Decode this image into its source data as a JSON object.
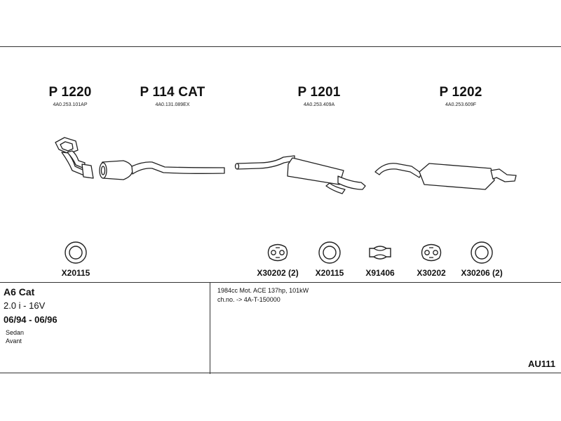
{
  "parts": [
    {
      "code": "P 1220",
      "oe": "4A0.253.101AP"
    },
    {
      "code": "P 114 CAT",
      "oe": "4A0.131.089EX"
    },
    {
      "code": "P 1201",
      "oe": "4A0.253.409A"
    },
    {
      "code": "P 1202",
      "oe": "4A0.253.609F"
    }
  ],
  "accessories": [
    {
      "code": "X20115",
      "icon": "ring-gasket-icon"
    },
    {
      "code": "X30202 (2)",
      "icon": "rubber-hanger-icon"
    },
    {
      "code": "X20115",
      "icon": "ring-gasket-icon"
    },
    {
      "code": "X91406",
      "icon": "clamp-icon"
    },
    {
      "code": "X30202",
      "icon": "rubber-hanger-icon"
    },
    {
      "code": "X30206 (2)",
      "icon": "ring-gasket-icon"
    }
  ],
  "vehicle": {
    "model": "A6 Cat",
    "engine": "2.0 i - 16V",
    "years": "06/94 - 06/96",
    "body_types": [
      "Sedan",
      "Avant"
    ]
  },
  "specs": [
    "1984cc Mot. ACE 137hp, 101kW",
    "ch.no. -> 4A-T-150000"
  ],
  "diagram_id": "AU111"
}
